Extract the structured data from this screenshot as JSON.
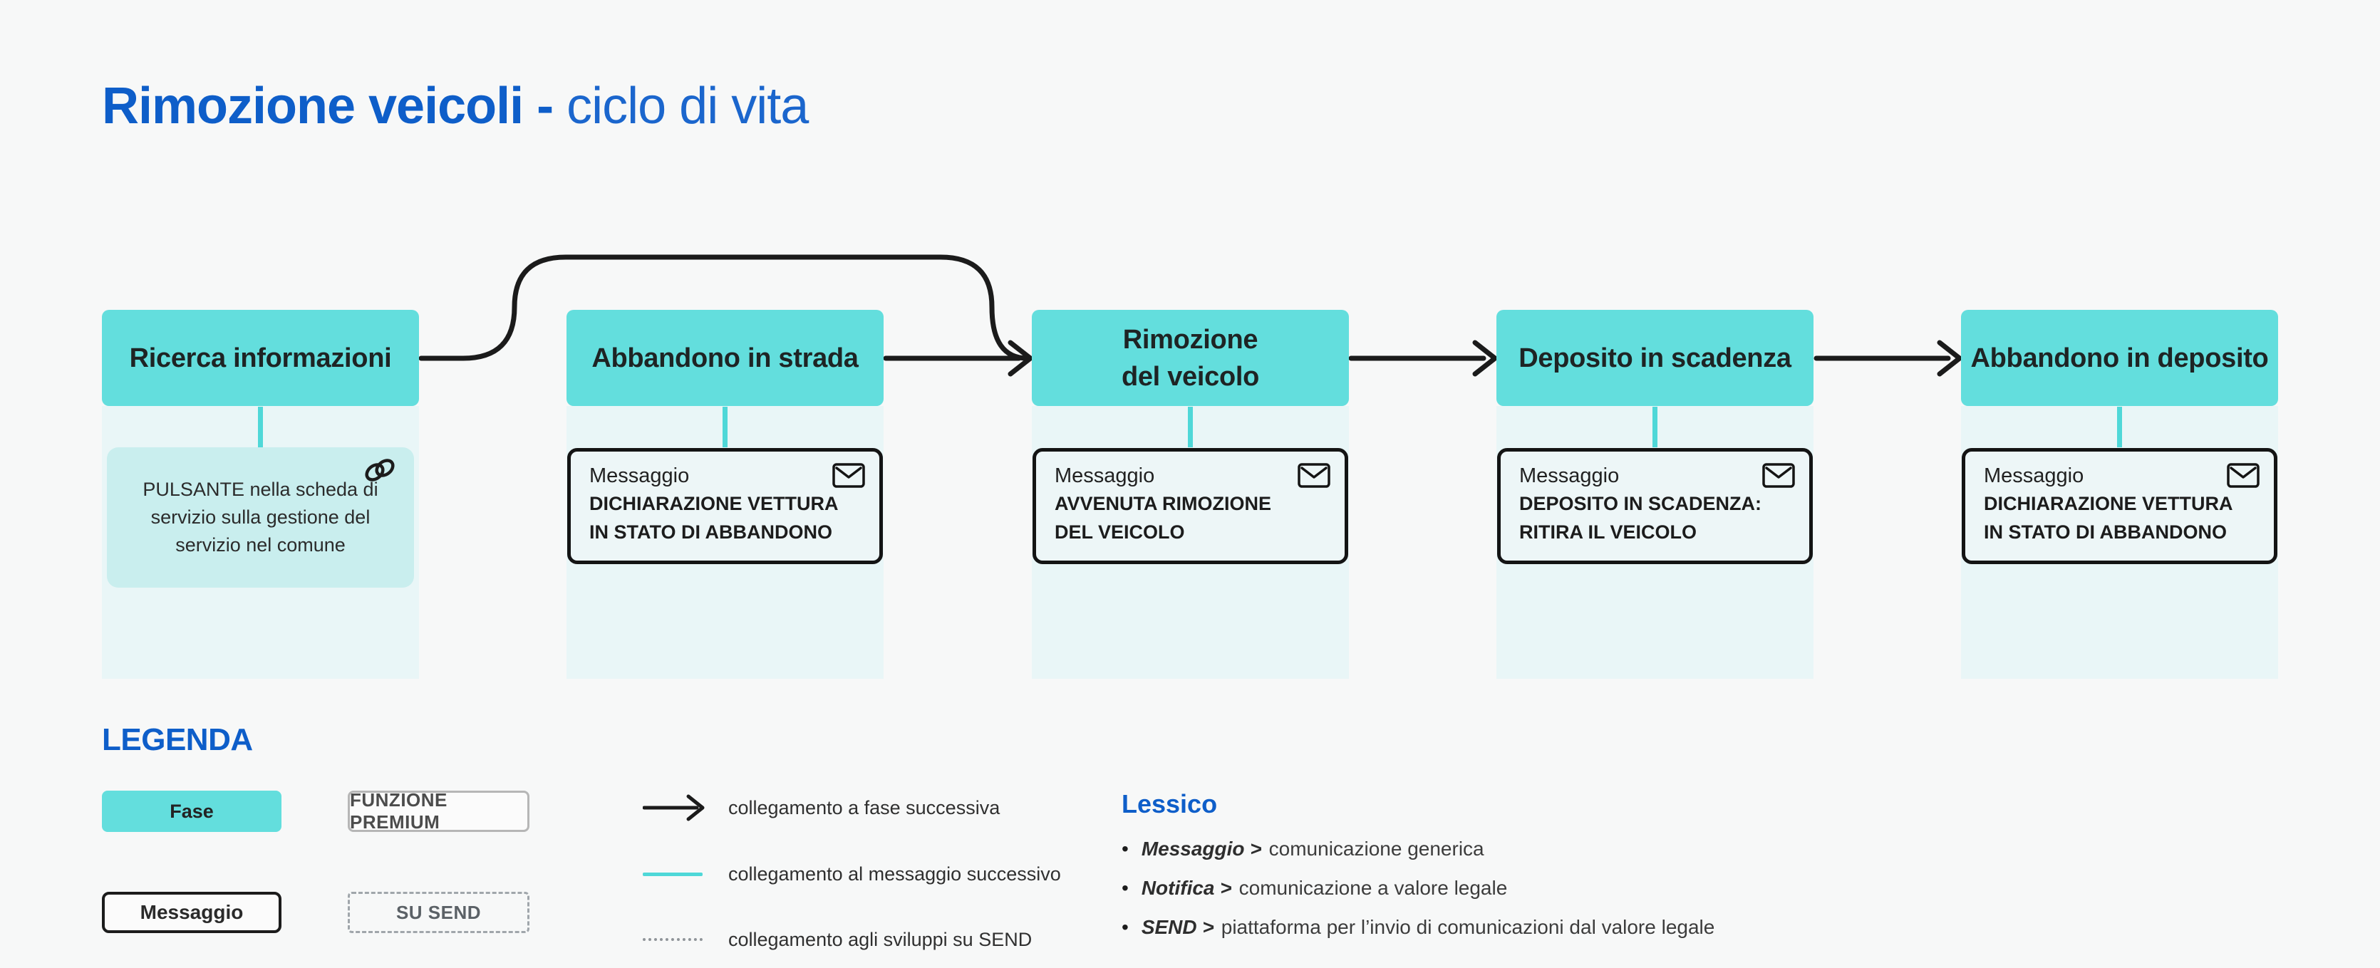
{
  "title": {
    "bold": "Rimozione veicoli -",
    "light": " ciclo di vita"
  },
  "colors": {
    "background": "#f7f8f8",
    "accent_blue": "#0e5ec9",
    "phase_teal": "#63dedd",
    "column_bg": "#e9f6f7",
    "attachment_bg": "#c9eeee",
    "message_bg": "#edf6f7",
    "line_black": "#1b1b1b",
    "teal_connector": "#4fd8d8"
  },
  "phases": [
    {
      "label": "Ricerca informazioni",
      "label2": "",
      "attachment_text": "PULSANTE nella scheda di servizio sulla gestione del servizio nel comune",
      "attachment_icon": "link-icon"
    },
    {
      "label": "Abbandono in strada",
      "label2": "",
      "message": {
        "kind": "Messaggio",
        "lines": [
          "DICHIARAZIONE VETTURA",
          "IN STATO DI ABBANDONO"
        ],
        "icon": "envelope-icon"
      }
    },
    {
      "label": "Rimozione",
      "label2": "del veicolo",
      "message": {
        "kind": "Messaggio",
        "lines": [
          "AVVENUTA RIMOZIONE",
          "DEL VEICOLO"
        ],
        "icon": "envelope-icon"
      }
    },
    {
      "label": "Deposito in scadenza",
      "label2": "",
      "message": {
        "kind": "Messaggio",
        "lines": [
          "DEPOSITO IN SCADENZA:",
          "RITIRA IL VEICOLO"
        ],
        "icon": "envelope-icon"
      }
    },
    {
      "label": "Abbandono in deposito",
      "label2": "",
      "message": {
        "kind": "Messaggio",
        "lines": [
          "DICHIARAZIONE VETTURA",
          "IN STATO DI ABBANDONO"
        ],
        "icon": "envelope-icon"
      }
    }
  ],
  "legend": {
    "heading": "LEGENDA",
    "boxes": {
      "fase": "Fase",
      "premium": "FUNZIONE PREMIUM",
      "messaggio": "Messaggio",
      "send": "SU SEND"
    },
    "lines": [
      {
        "symbol": "black-arrow",
        "label": "collegamento a fase successiva"
      },
      {
        "symbol": "teal-line",
        "label": "collegamento al messaggio successivo"
      },
      {
        "symbol": "dotted-line",
        "label": "collegamento agli sviluppi su SEND"
      }
    ]
  },
  "lessico": {
    "heading": "Lessico",
    "items": [
      {
        "term": "Messaggio >",
        "definition": "comunicazione generica"
      },
      {
        "term": "Notifica >",
        "definition": "comunicazione a valore legale"
      },
      {
        "term": "SEND >",
        "definition": "piattaforma per  l’invio di comunicazioni dal valore legale"
      }
    ]
  }
}
